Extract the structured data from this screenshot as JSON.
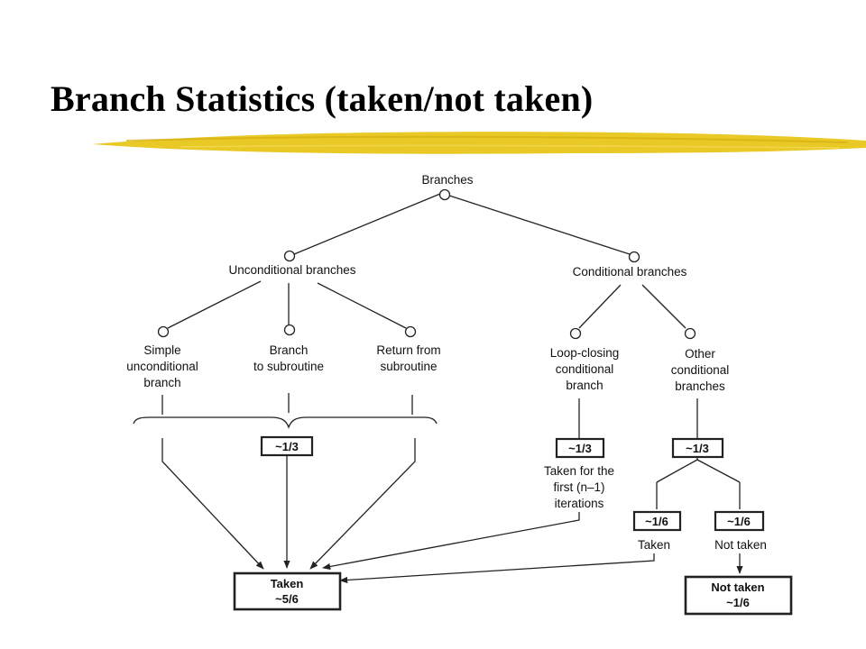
{
  "slide": {
    "title": "Branch Statistics (taken/not taken)",
    "underline_color": "#E8C61A"
  },
  "tree": {
    "root": "Branches",
    "unconditional": "Unconditional branches",
    "conditional": "Conditional branches",
    "simple": [
      "Simple",
      "unconditional",
      "branch"
    ],
    "subroutine": [
      "Branch",
      "to subroutine"
    ],
    "return": [
      "Return from",
      "subroutine"
    ],
    "loop": [
      "Loop-closing",
      "conditional",
      "branch"
    ],
    "other": [
      "Other",
      "conditional",
      "branches"
    ]
  },
  "stats": {
    "uncond_frac": "~1/3",
    "loop_frac": "~1/3",
    "other_frac": "~1/3",
    "other_taken_frac": "~1/6",
    "other_not_taken_frac": "~1/6",
    "loop_note": [
      "Taken for the",
      "first (n–1)",
      "iterations"
    ],
    "taken_label": "Taken",
    "not_taken_label": "Not taken"
  },
  "totals": {
    "taken": [
      "Taken",
      "~5/6"
    ],
    "not_taken": [
      "Not taken",
      "~1/6"
    ]
  }
}
